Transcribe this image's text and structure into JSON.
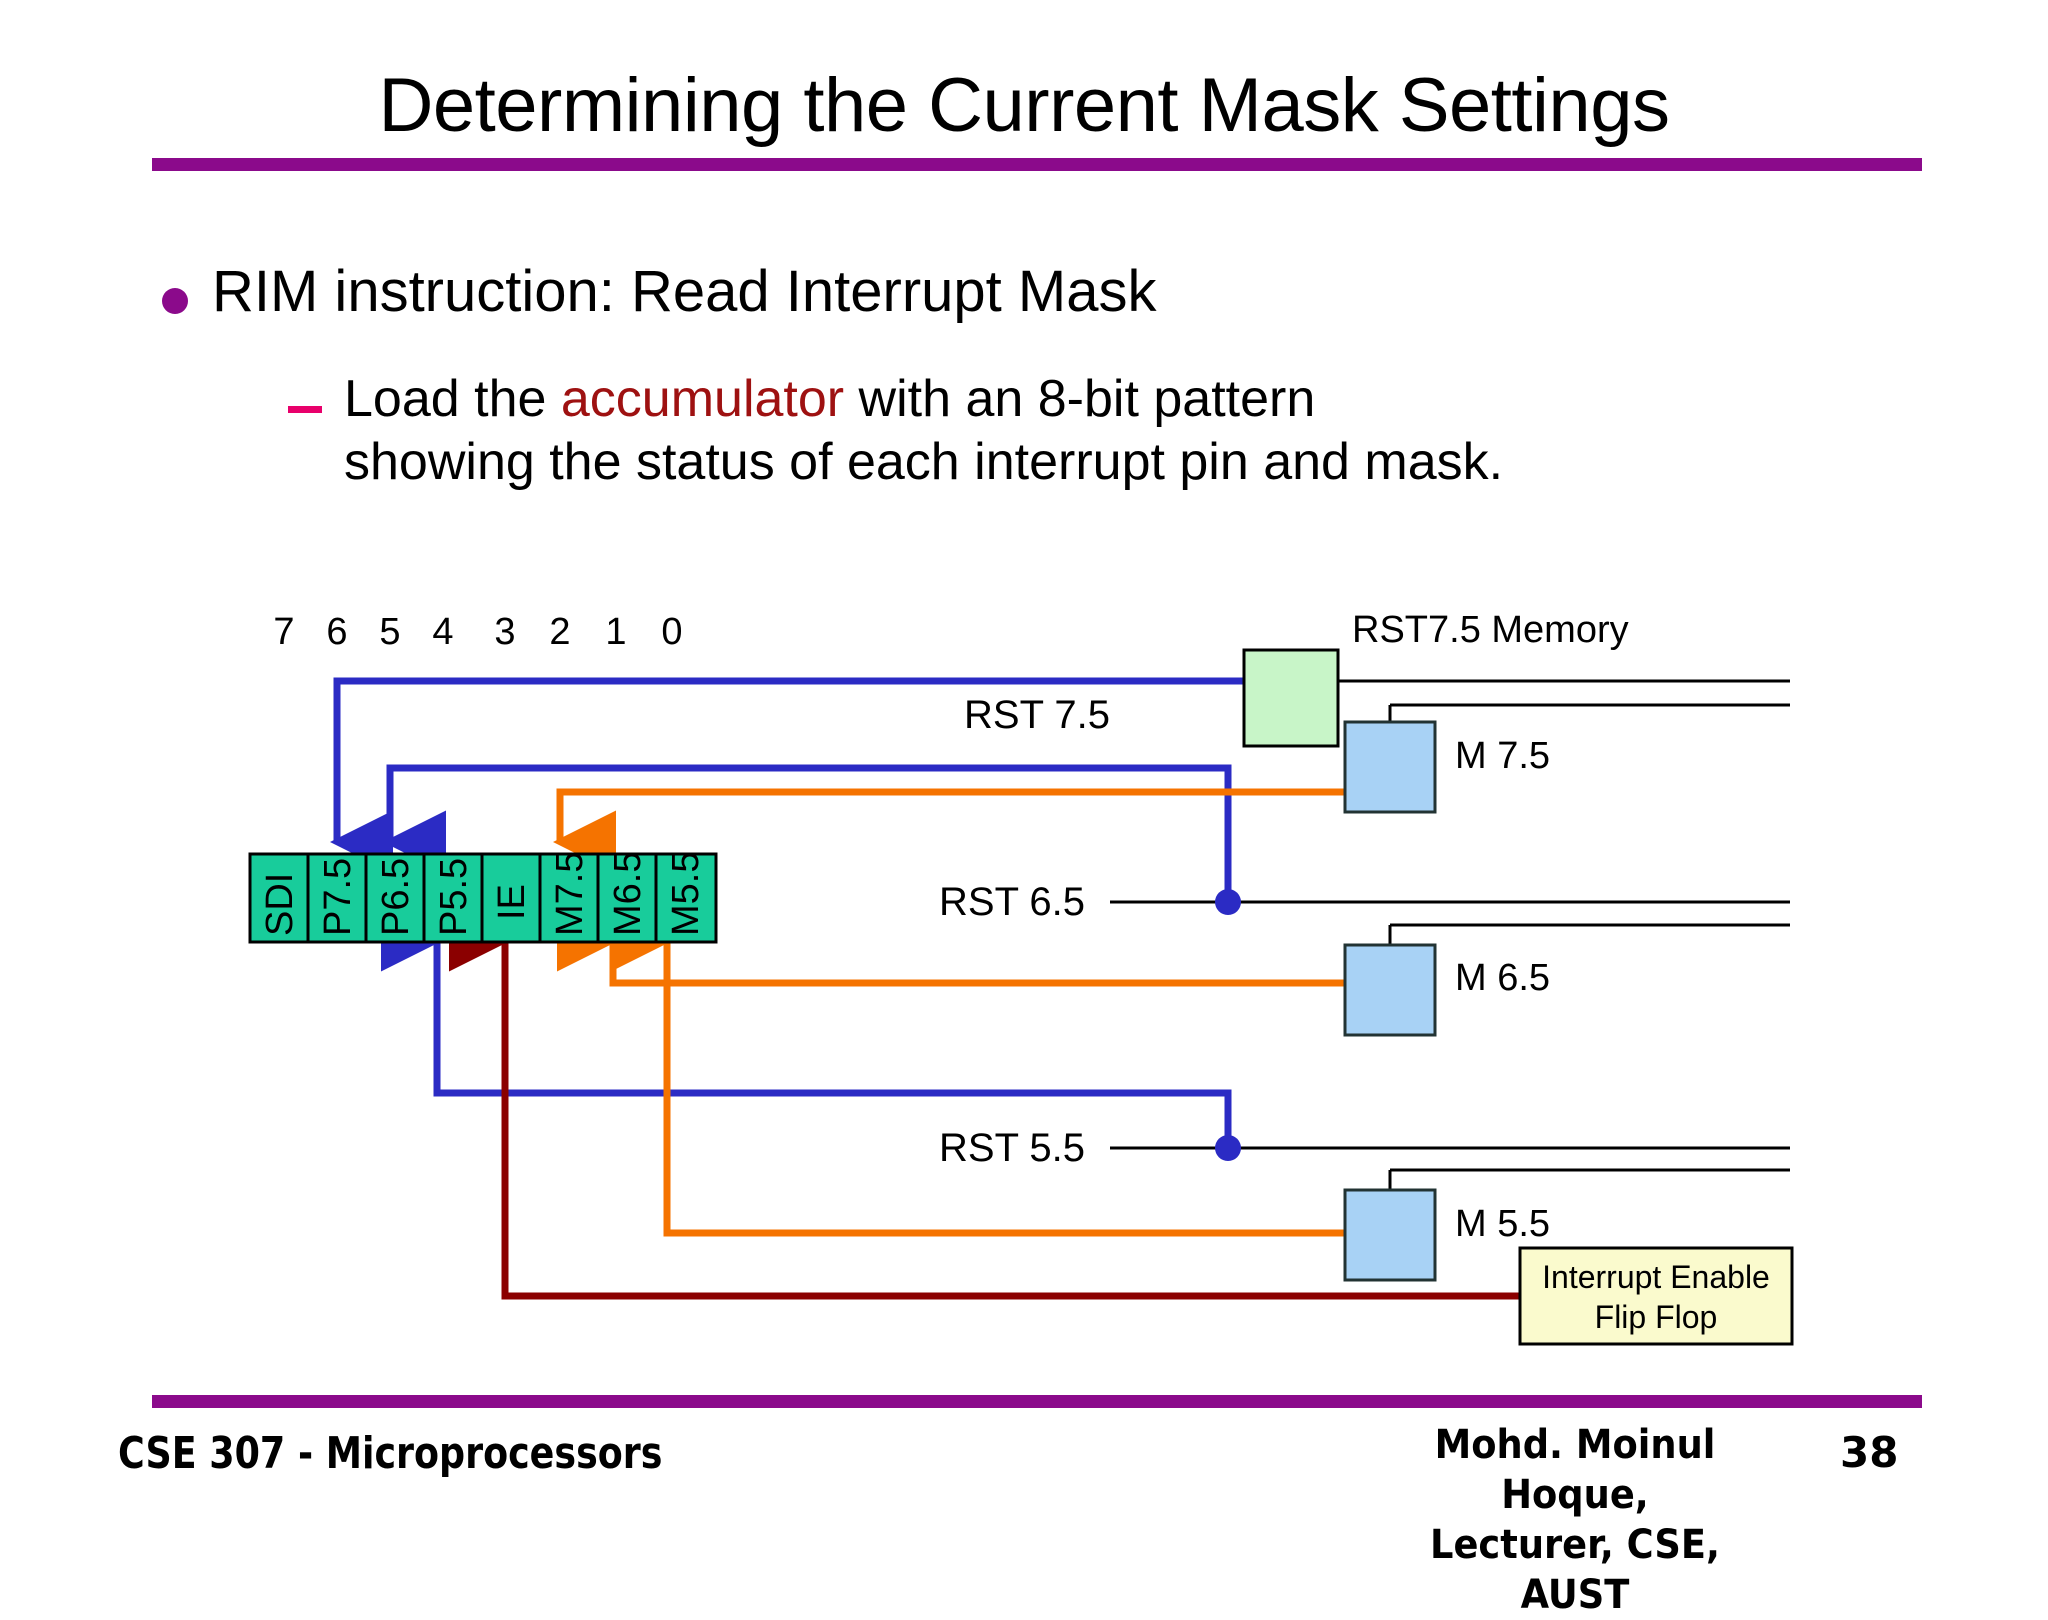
{
  "slide": {
    "title": "Determining the Current Mask Settings",
    "accent_color": "#8B0A8B",
    "bullets": {
      "level1": "RIM instruction: Read Interrupt Mask",
      "level2_prefix": "Load the ",
      "level2_highlight": "accumulator",
      "level2_rest": " with an 8-bit pattern",
      "level2_line2": "showing the status of each interrupt pin and mask.",
      "highlight_color": "#9E1111"
    }
  },
  "diagram": {
    "register": {
      "name": "accumulator-register",
      "fill_color": "#18CC9B",
      "bit_numbers": [
        "7",
        "6",
        "5",
        "4",
        "3",
        "2",
        "1",
        "0"
      ],
      "cells": [
        {
          "label": "SDI",
          "bit": "7"
        },
        {
          "label": "P7.5",
          "bit": "6"
        },
        {
          "label": "P6.5",
          "bit": "5"
        },
        {
          "label": "P5.5",
          "bit": "4"
        },
        {
          "label": "IE",
          "bit": "3"
        },
        {
          "label": "M7.5",
          "bit": "2"
        },
        {
          "label": "M6.5",
          "bit": "1"
        },
        {
          "label": "M5.5",
          "bit": "0"
        }
      ]
    },
    "signals": [
      {
        "name": "rst75",
        "label": "RST 7.5"
      },
      {
        "name": "rst65",
        "label": "RST 6.5"
      },
      {
        "name": "rst55",
        "label": "RST 5.5"
      }
    ],
    "boxes": [
      {
        "name": "rst75-memory",
        "label": "RST7.5 Memory",
        "fill_color": "#C8F5C8"
      },
      {
        "name": "mask-m75",
        "label": "M 7.5",
        "fill_color": "#A8D2F5"
      },
      {
        "name": "mask-m65",
        "label": "M 6.5",
        "fill_color": "#A8D2F5"
      },
      {
        "name": "mask-m55",
        "label": "M 5.5",
        "fill_color": "#A8D2F5"
      }
    ],
    "flipflop": {
      "name": "interrupt-enable-flip-flop",
      "line1": "Interrupt Enable",
      "line2": "Flip Flop",
      "fill_color": "#FAFACD"
    },
    "wire_colors": {
      "blue": "#2B2BC4",
      "orange": "#F57300",
      "darkred": "#8B0000",
      "black": "#000000"
    }
  },
  "footer": {
    "course": "CSE 307 - Microprocessors",
    "author_line1": "Mohd. Moinul Hoque,",
    "author_line2": "Lecturer, CSE, AUST",
    "page_number": "38"
  }
}
